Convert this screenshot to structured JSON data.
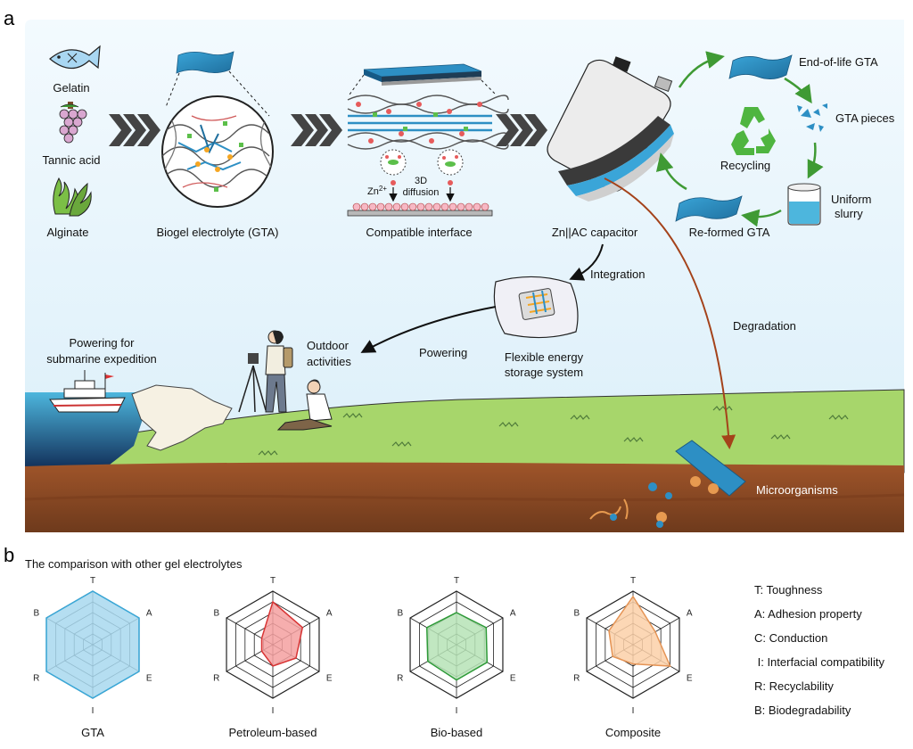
{
  "panel_a": {
    "letter": "a",
    "ingredients": [
      "Gelatin",
      "Tannic acid",
      "Alginate"
    ],
    "biogel_label": "Biogel electrolyte (GTA)",
    "interface_label": "Compatible interface",
    "zn_ion": "Zn",
    "zn_sup": "2+",
    "diffusion_line1": "3D",
    "diffusion_line2": "diffusion",
    "capacitor_label": "Zn||AC capacitor",
    "cycle": {
      "end_of_life": "End-of-life GTA",
      "pieces": "GTA pieces",
      "recycling": "Recycling",
      "slurry_line1": "Uniform",
      "slurry_line2": "slurry",
      "reformed": "Re-formed GTA"
    },
    "integration": "Integration",
    "degradation": "Degradation",
    "flexible_line1": "Flexible energy",
    "flexible_line2": "storage system",
    "powering": "Powering",
    "outdoor_line1": "Outdoor",
    "outdoor_line2": "activities",
    "submarine_line1": "Powering for",
    "submarine_line2": "submarine expedition",
    "microorganisms": "Microorganisms"
  },
  "panel_b": {
    "letter": "b",
    "title": "The comparison with other gel electrolytes",
    "legend": [
      "T: Toughness",
      "A: Adhesion property",
      "C: Conduction",
      " I: Interfacial compatibility",
      "R: Recyclability",
      "B: Biodegradability"
    ]
  },
  "chart_data": {
    "type": "radar",
    "axes": [
      "T",
      "A",
      "E",
      "I",
      "R",
      "B"
    ],
    "range": [
      0,
      5
    ],
    "rings": 5,
    "series": [
      {
        "name": "GTA",
        "values": [
          5,
          5,
          5,
          5,
          5,
          5
        ],
        "fill": "#a8d8ef",
        "stroke": "#3aa8d8"
      },
      {
        "name": "Petroleum-based",
        "values": [
          4,
          3.2,
          2.5,
          2,
          1.2,
          1.2
        ],
        "fill": "#f4a0a0",
        "stroke": "#d83434"
      },
      {
        "name": "Bio-based",
        "values": [
          3,
          3.2,
          3.3,
          3.3,
          3.1,
          3.2
        ],
        "fill": "#b6e3b6",
        "stroke": "#2e9a38"
      },
      {
        "name": "Composite",
        "values": [
          4.5,
          2.4,
          4,
          1.8,
          2.2,
          2.6
        ],
        "fill": "#fbd0a8",
        "stroke": "#e59455"
      }
    ]
  },
  "colors": {
    "sky_top": "#eaf5fc",
    "grass": "#a7d66b",
    "soil": "#8a4a25",
    "sea": "#3ea6cf",
    "gel_blue": "#2d8fc4",
    "arrow_green": "#3f9a34",
    "arrow_brown": "#a4421a"
  }
}
